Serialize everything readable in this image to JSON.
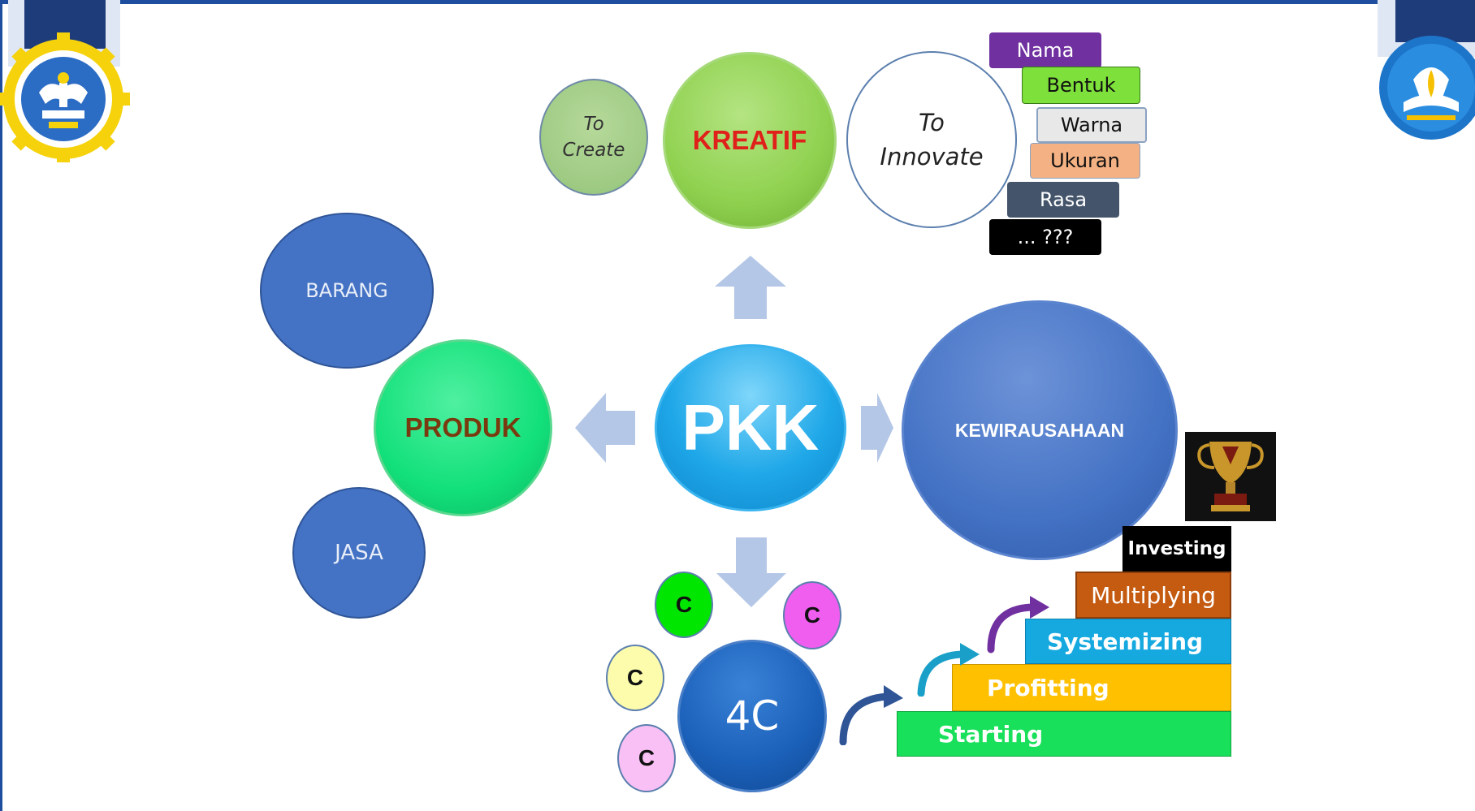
{
  "center": {
    "label": "PKK"
  },
  "kreatif": {
    "label": "KREATIF",
    "to_create": "To\nCreate",
    "to_innovate": "To\nInnovate"
  },
  "innovate_tags": [
    "Nama",
    "Bentuk",
    "Warna",
    "Ukuran",
    "Rasa",
    "... ???"
  ],
  "produk": {
    "label": "PRODUK",
    "barang": "BARANG",
    "jasa": "JASA"
  },
  "kewirausahaan": {
    "label": "KEWIRAUSAHAAN"
  },
  "fourc": {
    "label": "4C",
    "c_labels": [
      "C",
      "C",
      "C",
      "C"
    ]
  },
  "stairs": [
    "Starting",
    "Profitting",
    "Systemizing",
    "Multiplying",
    "Investing"
  ],
  "colors": {
    "frame": "#1f4e9e",
    "pkk": "#1ea7e8",
    "kreatif": "#8fd14f",
    "kreatif_text": "#e0201a",
    "produk": "#12e07a",
    "produk_text": "#7a3a10",
    "blue_circle": "#4472c4",
    "fourc": "#1a5fb8",
    "arrow": "#b4c7e7"
  },
  "icons": [
    "logo-badge-icon",
    "tut-wuri-handayani-icon",
    "trophy-icon",
    "curved-arrow-icon",
    "block-arrow-icon"
  ]
}
